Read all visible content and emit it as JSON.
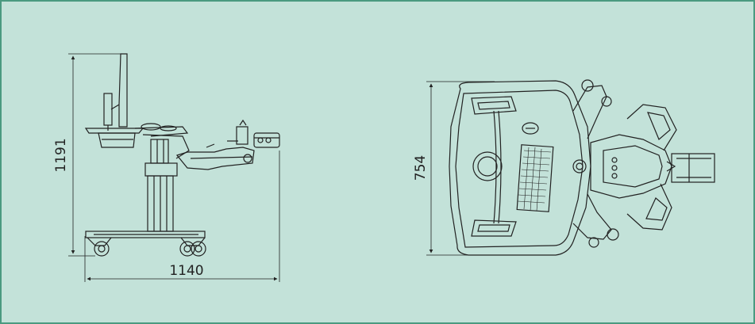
{
  "dimensions": {
    "height_side": "1191",
    "width_side": "1140",
    "depth_top": "754"
  },
  "colors": {
    "background": "#c3e2d9",
    "border": "#4a9a80",
    "line": "#222222"
  },
  "views": [
    "side-view",
    "top-view"
  ]
}
